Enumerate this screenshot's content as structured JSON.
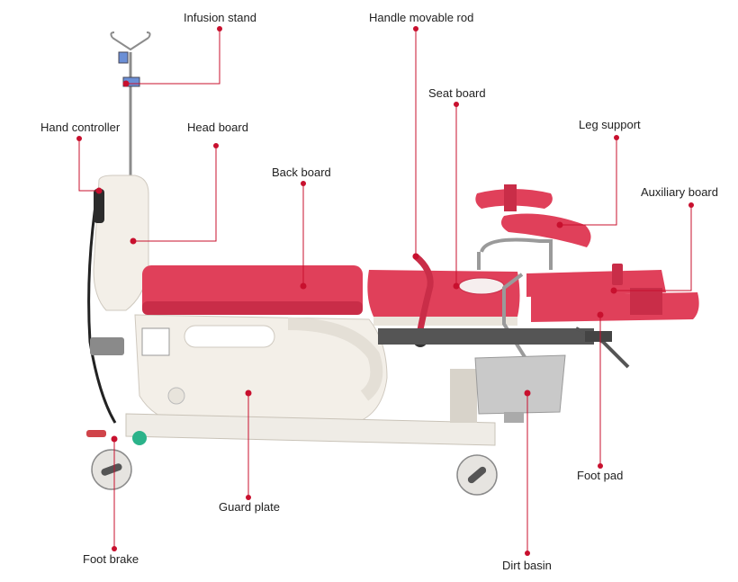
{
  "colors": {
    "accent": "#c8102e",
    "upholstery": "#e0405a",
    "frame": "#f3efe8"
  },
  "labels": {
    "infusion_stand": "Infusion stand",
    "handle_movable_rod": "Handle movable rod",
    "seat_board": "Seat board",
    "hand_controller": "Hand controller",
    "head_board": "Head board",
    "leg_support": "Leg support",
    "back_board": "Back board",
    "auxiliary_board": "Auxiliary board",
    "foot_pad": "Foot pad",
    "guard_plate": "Guard plate",
    "foot_brake": "Foot brake",
    "dirt_basin": "Dirt basin"
  }
}
